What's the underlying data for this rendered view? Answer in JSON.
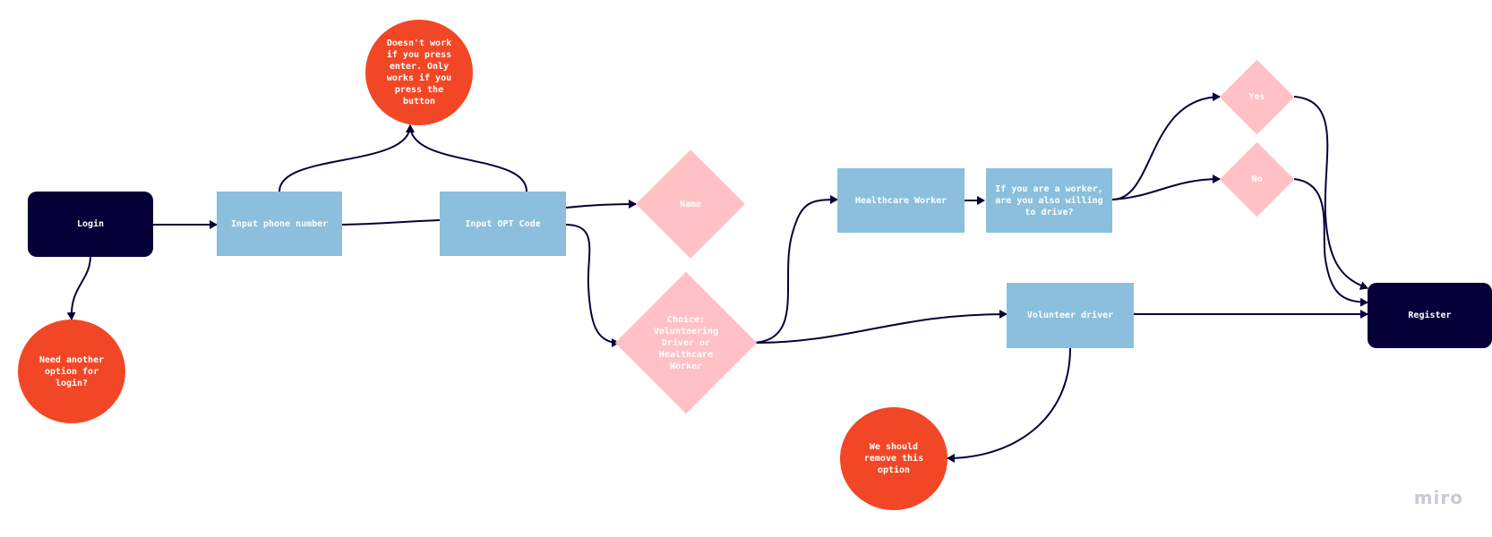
{
  "nodes": {
    "login": "Login",
    "phone": "Input phone number",
    "otp": "Input OPT Code",
    "name": "Name",
    "choice": "Choice:\nVolunteering\nDriver or\nHealthcare\nWorker",
    "healthcare": "Healthcare Worker",
    "willing": "If you are a worker,\nare you also willing\nto drive?",
    "yes": "Yes",
    "no": "No",
    "volunteer": "Volunteer driver",
    "register": "Register"
  },
  "comments": {
    "enter": "Doesn't work\nif you press\nenter. Only\nworks if you\npress the\nbutton",
    "login_option": "Need another\noption for\nlogin?",
    "remove": "We should\nremove this\noption"
  },
  "watermark": "miro",
  "colors": {
    "dark": "#050038",
    "blue": "#8bbfdd",
    "pink": "#ffc1c5",
    "red": "#f24726"
  }
}
